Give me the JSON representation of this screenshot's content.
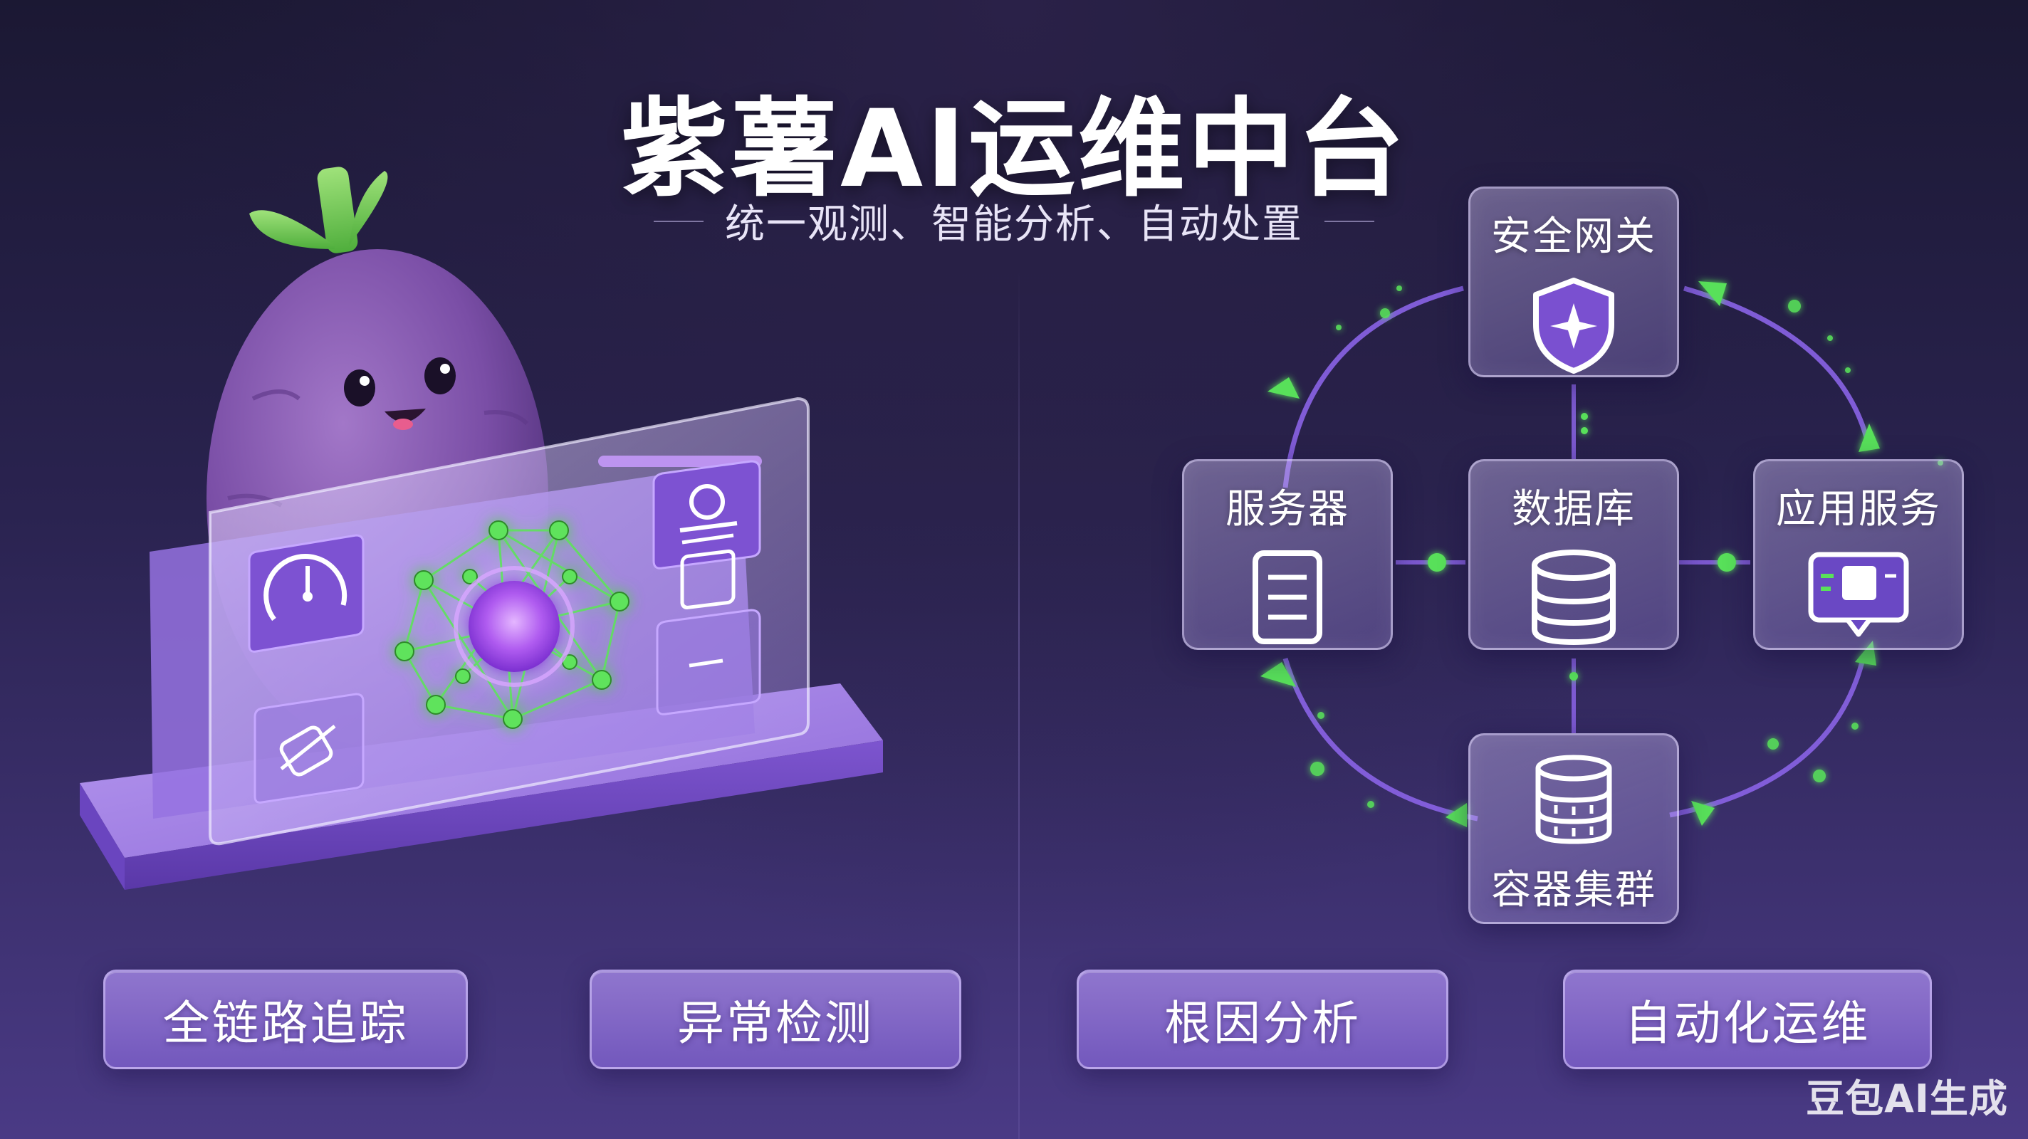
{
  "header": {
    "title": "紫薯AI运维中台",
    "subtitle": "统一观测、智能分析、自动处置"
  },
  "illustration": {
    "mascot_icon": "sweet-potato-mascot",
    "panel_icons": [
      "gauge-icon",
      "network-graph-icon",
      "user-card-icon",
      "tools-icon",
      "document-icon"
    ]
  },
  "diagram": {
    "nodes": {
      "gateway": {
        "label": "安全网关",
        "icon": "shield-icon"
      },
      "server": {
        "label": "服务器",
        "icon": "server-icon"
      },
      "database": {
        "label": "数据库",
        "icon": "database-icon"
      },
      "app": {
        "label": "应用服务",
        "icon": "app-window-icon"
      },
      "cluster": {
        "label": "容器集群",
        "icon": "cluster-icon"
      }
    },
    "colors": {
      "ring": "#8a63e6",
      "accent": "#59e05a"
    }
  },
  "features": [
    {
      "label": "全链路追踪"
    },
    {
      "label": "异常检测"
    },
    {
      "label": "根因分析"
    },
    {
      "label": "自动化运维"
    }
  ],
  "watermark": "豆包AI生成",
  "colors": {
    "background_top": "#1b1833",
    "background_bottom": "#4a3a85",
    "purple": "#8b5fe0",
    "green": "#59e05a"
  }
}
